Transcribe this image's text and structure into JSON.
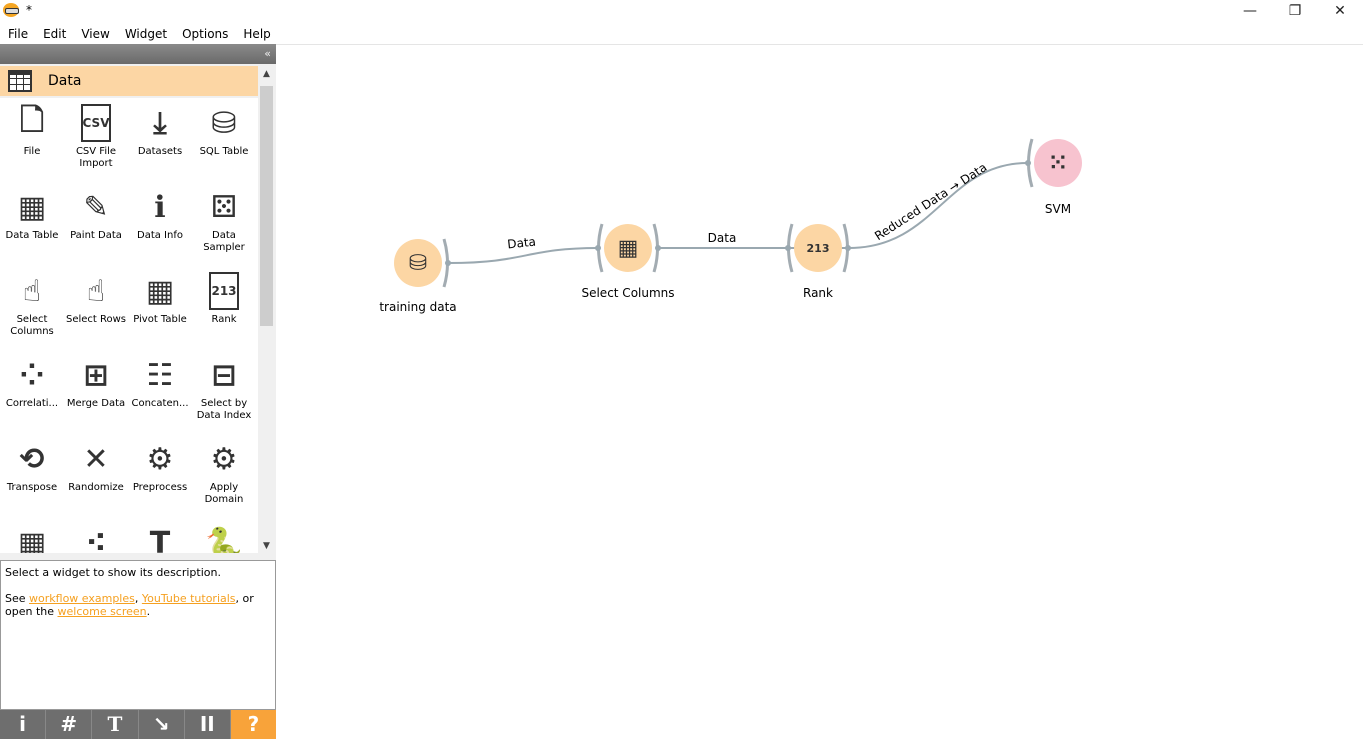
{
  "window": {
    "title": "*",
    "minimize": "—",
    "restore": "❐",
    "close": "✕"
  },
  "menu": [
    "File",
    "Edit",
    "View",
    "Widget",
    "Options",
    "Help"
  ],
  "dock": {
    "collapse": "«",
    "category": "Data",
    "widgets": [
      {
        "label": "File",
        "icon": "file-icon",
        "glyph": "🗋"
      },
      {
        "label": "CSV File Import",
        "icon": "csv-icon",
        "glyph": "CSV"
      },
      {
        "label": "Datasets",
        "icon": "datasets-icon",
        "glyph": "⤓"
      },
      {
        "label": "SQL Table",
        "icon": "database-icon",
        "glyph": "⛁"
      },
      {
        "label": "Data Table",
        "icon": "table-icon",
        "glyph": "▦"
      },
      {
        "label": "Paint Data",
        "icon": "paint-icon",
        "glyph": "✎"
      },
      {
        "label": "Data Info",
        "icon": "info-icon",
        "glyph": "ℹ"
      },
      {
        "label": "Data Sampler",
        "icon": "dice-icon",
        "glyph": "⚄"
      },
      {
        "label": "Select Columns",
        "icon": "select-columns-icon",
        "glyph": "☝"
      },
      {
        "label": "Select Rows",
        "icon": "select-rows-icon",
        "glyph": "☝"
      },
      {
        "label": "Pivot Table",
        "icon": "pivot-icon",
        "glyph": "▦"
      },
      {
        "label": "Rank",
        "icon": "rank-icon",
        "glyph": "213"
      },
      {
        "label": "Correlati...",
        "icon": "correlations-icon",
        "glyph": "⁘"
      },
      {
        "label": "Merge Data",
        "icon": "merge-icon",
        "glyph": "⊞"
      },
      {
        "label": "Concaten...",
        "icon": "concatenate-icon",
        "glyph": "☷"
      },
      {
        "label": "Select by Data Index",
        "icon": "select-index-icon",
        "glyph": "⊟"
      },
      {
        "label": "Transpose",
        "icon": "transpose-icon",
        "glyph": "⟲"
      },
      {
        "label": "Randomize",
        "icon": "randomize-icon",
        "glyph": "✕"
      },
      {
        "label": "Preprocess",
        "icon": "gears-icon",
        "glyph": "⚙"
      },
      {
        "label": "Apply Domain",
        "icon": "gear-icon",
        "glyph": "⚙"
      },
      {
        "label": "",
        "icon": "table-partial-icon",
        "glyph": "▦"
      },
      {
        "label": "",
        "icon": "scatter-icon",
        "glyph": "⁖"
      },
      {
        "label": "",
        "icon": "text-icon",
        "glyph": "T"
      },
      {
        "label": "",
        "icon": "python-icon",
        "glyph": "🐍"
      }
    ]
  },
  "description": {
    "line1": "Select a widget to show its description.",
    "see": "See ",
    "link1": "workflow examples",
    "comma": ", ",
    "link2": "YouTube tutorials",
    "or": ", or open the ",
    "link3": "welcome screen",
    "end": "."
  },
  "toolbar": [
    "i",
    "#",
    "T",
    "↘",
    "II",
    "?"
  ],
  "workflow": {
    "nodes": [
      {
        "label": "training data"
      },
      {
        "label": "Select Columns"
      },
      {
        "label": "Rank"
      },
      {
        "label": "SVM"
      }
    ],
    "links": [
      "Data",
      "Data",
      "Reduced Data → Data"
    ]
  },
  "colors": {
    "data_node": "#fcd6a4",
    "model_node": "#f7c3cf",
    "accent": "#f8a33a",
    "link": "#9aa8b0"
  }
}
